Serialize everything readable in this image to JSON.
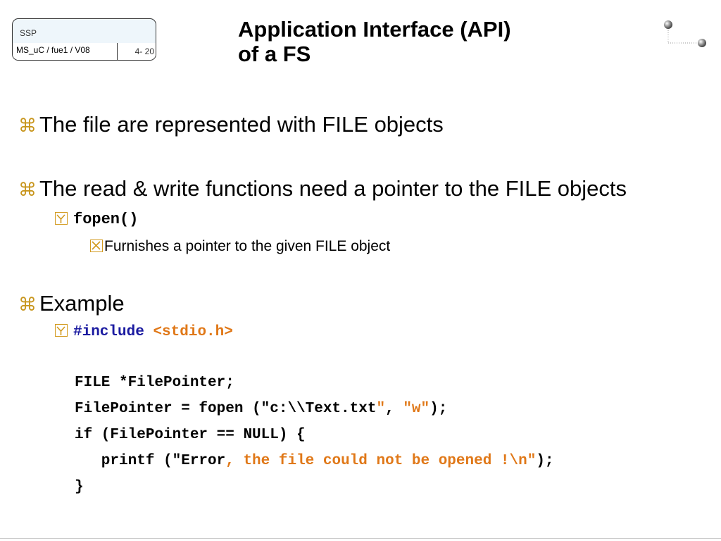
{
  "header": {
    "course": "SSP",
    "module": "MS_uC / fue1 / V08",
    "page": "4- 20"
  },
  "title": {
    "line1": "Application Interface (API)",
    "line2": "of a FS"
  },
  "bullets": {
    "b1": "The file are represented with FILE objects",
    "b2": "The read & write functions need a pointer to the FILE objects",
    "b2_sub": "fopen()",
    "b2_sub_sub": "Furnishes a pointer to the given FILE object",
    "b3": "Example",
    "b3_sub_kw": "#include",
    "b3_sub_str": "<stdio.h>"
  },
  "code": {
    "l1": "FILE *FilePointer;",
    "l2_a": "FilePointer = fopen (\"c:\\\\Text.txt",
    "l2_b": "\"",
    "l2_c": ", ",
    "l2_d": "\"w\"",
    "l2_e": ");",
    "l3": "if (FilePointer == NULL) {",
    "l4_a": "   printf (\"Error",
    "l4_b": ", the file could not be opened !\\n\"",
    "l4_c": ");",
    "l5": "}"
  },
  "icons": {
    "level1": "command-icon",
    "level2": "checkbox-checked-icon",
    "level3": "checkbox-x-icon",
    "logo": "bead-connector-logo"
  },
  "colors": {
    "bullet": "#c8961e",
    "keyword": "#1a1aa0",
    "string": "#e07818",
    "header_bg": "#eef6fb"
  }
}
